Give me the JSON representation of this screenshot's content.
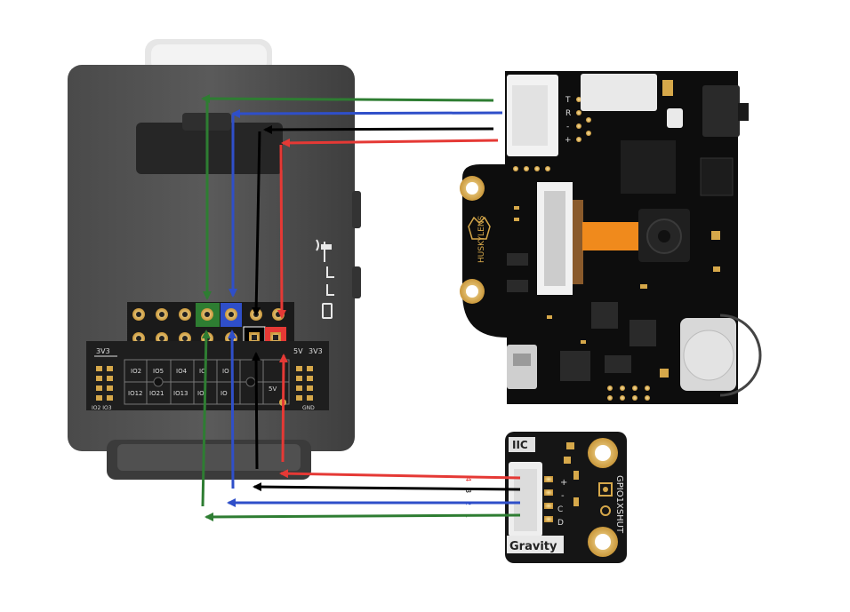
{
  "controller": {
    "pin_header_left": "3V3",
    "pin_header_right_5v": "5V",
    "pin_header_right_3v3": "3V3",
    "bottom_left_pins": "IO2  IO3",
    "bottom_right_pin": "GND",
    "pin_labels_row1": [
      "IO2",
      "IO5",
      "IO4",
      "IO",
      "IO"
    ],
    "pin_labels_row2": [
      "IO12",
      "IO21",
      "IO13",
      "IO",
      "IO"
    ],
    "side_pin_5v": "5V"
  },
  "camera_module": {
    "brand_text": "HUSKYLENS",
    "connector_pin_labels": [
      "T",
      "R",
      "-",
      "+"
    ]
  },
  "sensor_module": {
    "protocol_label": "IIC",
    "brand_label": "Gravity",
    "side_label": "GPIO1XSHUT",
    "pin_numbers": [
      "4",
      "3",
      "2",
      "1"
    ],
    "pin_symbols": [
      "+",
      "-",
      "C",
      "D"
    ]
  },
  "wire_colors": {
    "green": "#2e7d32",
    "blue": "#2f4fc9",
    "black": "#000000",
    "red": "#e53935"
  }
}
